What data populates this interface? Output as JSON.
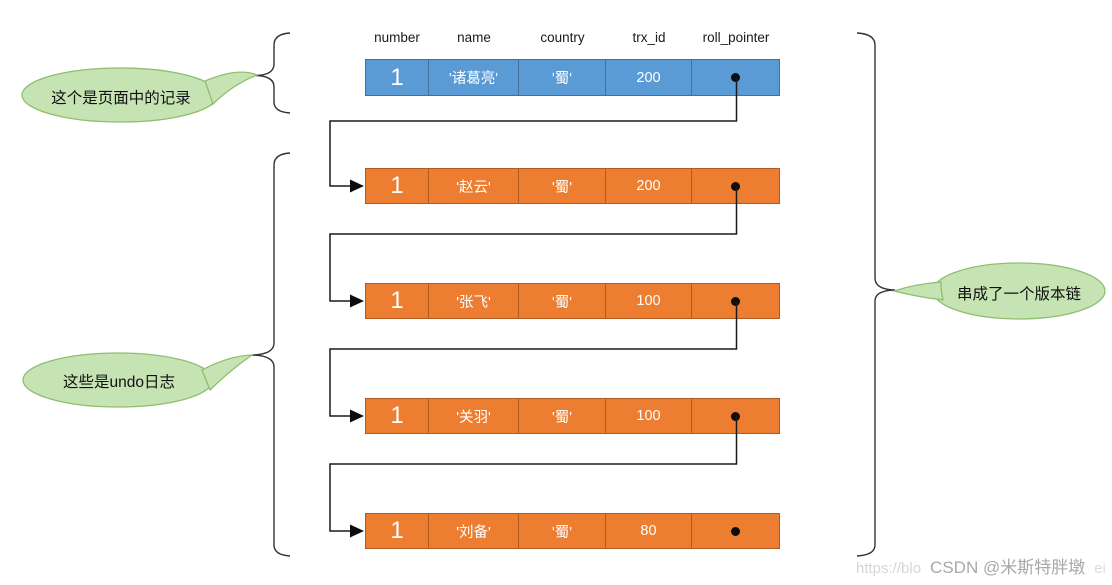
{
  "columns": [
    "number",
    "name",
    "country",
    "trx_id",
    "roll_pointer"
  ],
  "rows": [
    {
      "kind": "page-record",
      "number": "1",
      "name": "'诸葛亮'",
      "country": "'蜀'",
      "trx_id": "200"
    },
    {
      "kind": "undo-log",
      "number": "1",
      "name": "'赵云'",
      "country": "'蜀'",
      "trx_id": "200"
    },
    {
      "kind": "undo-log",
      "number": "1",
      "name": "'张飞'",
      "country": "'蜀'",
      "trx_id": "100"
    },
    {
      "kind": "undo-log",
      "number": "1",
      "name": "'关羽'",
      "country": "'蜀'",
      "trx_id": "100"
    },
    {
      "kind": "undo-log",
      "number": "1",
      "name": "'刘备'",
      "country": "'蜀'",
      "trx_id": "80"
    }
  ],
  "callouts": {
    "page_record": "这个是页面中的记录",
    "undo_logs": "这些是undo日志",
    "version_chain": "串成了一个版本链"
  },
  "watermark": {
    "url_fragment": "https://blo",
    "label": "CSDN @米斯特胖墩",
    "trailing": "ei"
  },
  "icons": {
    "roll_pointer": "black-dot",
    "connector_end": "right-arrowhead"
  },
  "colors": {
    "record_fill": "#5B9BD5",
    "record_border": "#41719C",
    "undo_fill": "#ED7D31",
    "undo_border": "#AE5A21",
    "callout_fill": "#C6E3B4",
    "callout_border": "#8FBE70",
    "line": "#1a1a1a"
  }
}
